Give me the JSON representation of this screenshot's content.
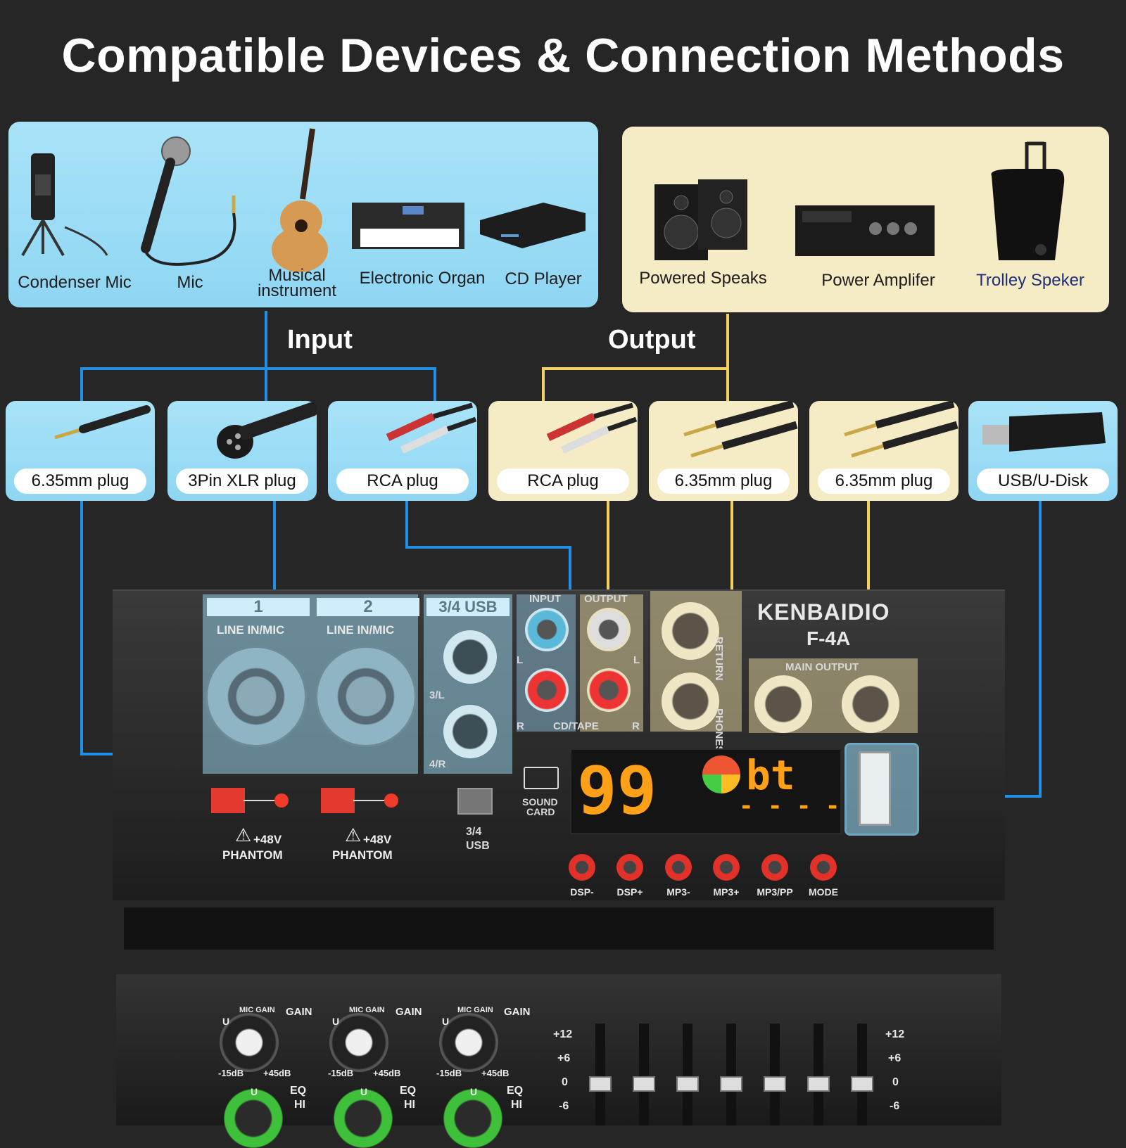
{
  "title": "Compatible Devices & Connection Methods",
  "input_devices": [
    "Condenser Mic",
    "Mic",
    "Musical instrument",
    "Electronic Organ",
    "CD Player"
  ],
  "output_devices": [
    "Powered Speaks",
    "Power Amplifer",
    "Trolley Speker"
  ],
  "section_labels": {
    "input": "Input",
    "output": "Output"
  },
  "plugs": [
    {
      "label": "6.35mm plug",
      "group": "input"
    },
    {
      "label": "3Pin XLR plug",
      "group": "input"
    },
    {
      "label": "RCA plug",
      "group": "input"
    },
    {
      "label": "RCA plug",
      "group": "output"
    },
    {
      "label": "6.35mm plug",
      "group": "output"
    },
    {
      "label": "6.35mm plug",
      "group": "output"
    },
    {
      "label": "USB/U-Disk",
      "group": "input"
    }
  ],
  "colors": {
    "input_line": "#1f90e6",
    "output_line": "#f2d160",
    "panel_blue": "#9edcf6",
    "panel_cream": "#f5ebc5"
  },
  "mixer": {
    "brand": "KENBAIDIO",
    "model": "F-4A",
    "channels": [
      {
        "num": "1",
        "label": "LINE IN/MIC"
      },
      {
        "num": "2",
        "label": "LINE IN/MIC"
      },
      {
        "num": "3/4 USB",
        "label": ""
      }
    ],
    "labels": {
      "input": "INPUT",
      "output": "OUTPUT",
      "cd_tape": "CD/TAPE",
      "l": "L",
      "r": "R",
      "return": "RETURN",
      "phones": "PHONES",
      "main_output": "MAIN OUTPUT",
      "ch3": "3/L",
      "ch4": "4/R",
      "phantom_v": "+48V",
      "phantom": "PHANTOM",
      "switch_34": "3/4",
      "switch_usb": "USB",
      "sound": "SOUND",
      "card": "CARD"
    },
    "display": {
      "number": "99",
      "mode": "bt",
      "dashes": "- - - -"
    },
    "buttons": [
      "DSP-",
      "DSP+",
      "MP3-",
      "MP3+",
      "MP3/PP",
      "MODE"
    ],
    "gain_labels": {
      "mic_gain": "MIC GAIN",
      "gain": "GAIN",
      "min": "-15dB",
      "max": "+45dB",
      "u": "U",
      "eq": "EQ",
      "hi": "HI"
    },
    "scale": [
      "+12",
      "+6",
      "0",
      "-6"
    ]
  }
}
